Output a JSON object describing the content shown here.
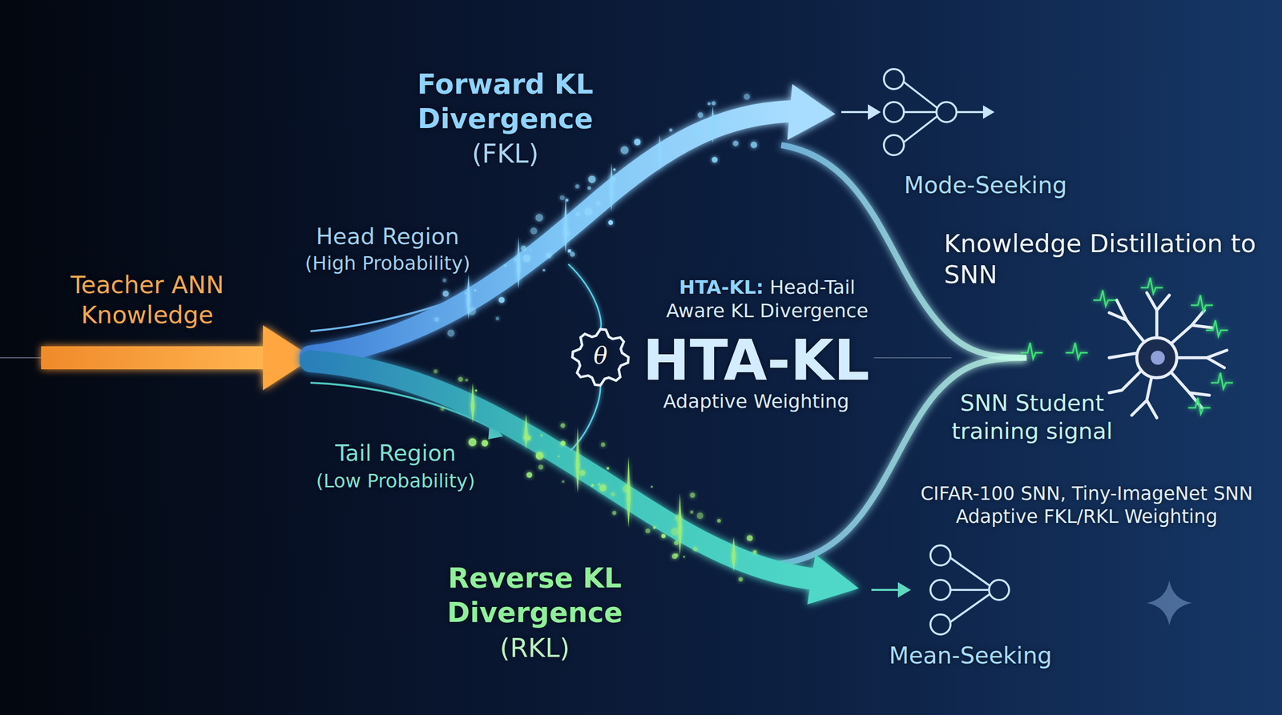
{
  "diagram": {
    "labels": [
      "Forward KL Divergence",
      "(FKL)",
      "Head Region",
      "(High Probability)",
      "Teacher ANN Knowledge",
      "HTA-KL: Head-Tail Aware KL Divergence",
      "HTA-KL",
      "Adaptive Weighting",
      "θ",
      "Mode-Seeking",
      "Knowledge Distillation to SNN",
      "SNN Student training signal",
      "Tail Region",
      "(Low Probability)",
      "Reverse KL Divergence",
      "(RKL)",
      "Mean-Seeking",
      "CIFAR-100 SNN, Tiny-ImageNet SNN Adaptive FKL/RKL Weighting"
    ]
  }
}
